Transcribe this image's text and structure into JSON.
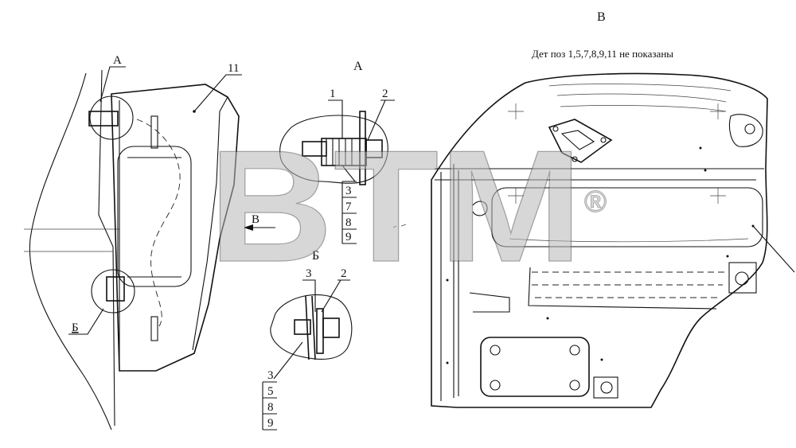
{
  "views": {
    "a_title": "А",
    "b_title": "Б",
    "v_title": "В"
  },
  "note": "Дет поз 1,5,7,8,9,11 не показаны",
  "main_view": {
    "callout_a": "А",
    "callout_b": "Б",
    "callout_v": "В",
    "pos_11": "11"
  },
  "detail_a": {
    "pos_1": "1",
    "pos_2": "2",
    "stack": [
      "3",
      "7",
      "8",
      "9"
    ]
  },
  "detail_b": {
    "pos_3": "3",
    "pos_2": "2",
    "stack": [
      "3",
      "5",
      "8",
      "9"
    ]
  },
  "watermark": {
    "text": "BTM",
    "registered": "®",
    "color": "#b8b8b8"
  }
}
